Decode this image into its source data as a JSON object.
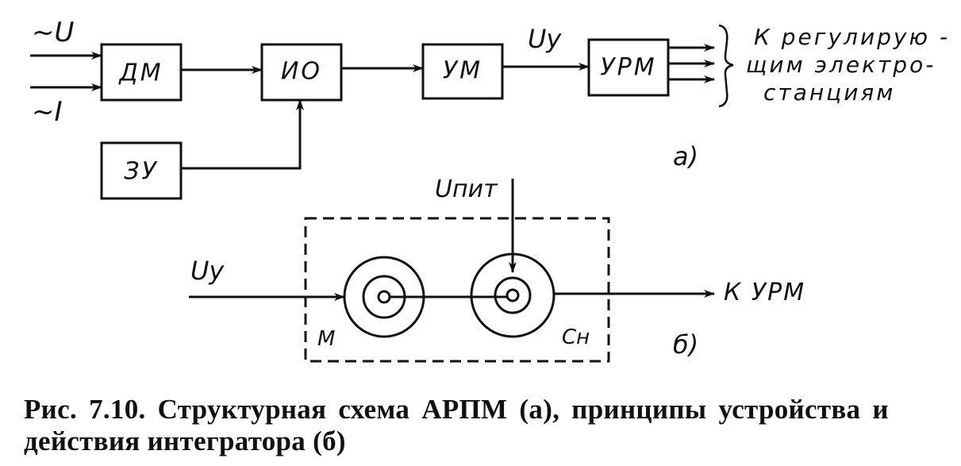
{
  "diagram_a": {
    "input_u": "~U",
    "input_i": "~I",
    "blocks": {
      "dm": "ДМ",
      "io": "ИО",
      "um": "УМ",
      "urm": "УРМ",
      "zu": "ЗУ"
    },
    "signal_uy": "Uу",
    "output_line1": "К регулирую -",
    "output_line2": "щим электро-",
    "output_line3": "станциям",
    "label": "а)"
  },
  "diagram_b": {
    "input_uy": "Uу",
    "supply": "Uпит",
    "motor": "М",
    "sensor": "Сн",
    "output": "К УРМ",
    "label": "б)"
  },
  "caption": {
    "line1": "Рис. 7.10. Структурная схема АРПМ (а), принципы устройства и",
    "line2": "действия интегратора (б)"
  }
}
